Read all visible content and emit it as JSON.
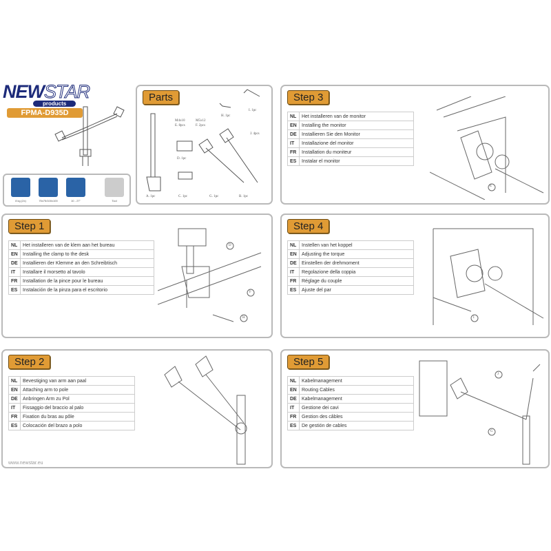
{
  "brand": {
    "name_a": "NEW",
    "name_b": "STAR",
    "sub": "products",
    "model": "FPMA-D935D"
  },
  "spec_icons": [
    {
      "name": "weight",
      "label": "8 kg (2x)"
    },
    {
      "name": "vesa",
      "label": "75x75/100x100"
    },
    {
      "name": "screen-size",
      "label": "10 - 27\""
    },
    {
      "name": "tool",
      "label": "Tool"
    }
  ],
  "parts": {
    "title": "Parts",
    "items": [
      "A. 1pc",
      "B. 1pc",
      "C. 1pc",
      "D. 1pc",
      "M4x10",
      "E. 8pcs",
      "M5x12",
      "F. 2pcs",
      "G. 1pc",
      "H. 1pc",
      "I. 1pc",
      "J. 4pcs"
    ]
  },
  "steps": [
    {
      "title": "Step 1",
      "rows": [
        [
          "NL",
          "Het installeren van de klem aan het bureau"
        ],
        [
          "EN",
          "Installing the clamp to the desk"
        ],
        [
          "DE",
          "Installieren der Klemme an den Schreibtisch"
        ],
        [
          "IT",
          "Installare il morsetto al tavolo"
        ],
        [
          "FR",
          "Installation de la pince pour le bureau"
        ],
        [
          "ES",
          "Instalación de la pinza para el escritorio"
        ]
      ],
      "callouts": [
        "D",
        "F",
        "H"
      ]
    },
    {
      "title": "Step 2",
      "rows": [
        [
          "NL",
          "Bevestiging van arm aan paal"
        ],
        [
          "EN",
          "Attaching arm to pole"
        ],
        [
          "DE",
          "Anbringen Arm zu Pol"
        ],
        [
          "IT",
          "Fissaggio del braccio al palo"
        ],
        [
          "FR",
          "Fixation du bras au pôle"
        ],
        [
          "ES",
          "Colocación del brazo a polo"
        ]
      ],
      "callouts": []
    },
    {
      "title": "Step 3",
      "rows": [
        [
          "NL",
          "Het installeren van de monitor"
        ],
        [
          "EN",
          "Installing the monitor"
        ],
        [
          "DE",
          "Installieren Sie den Monitor"
        ],
        [
          "IT",
          "Installazione del monitor"
        ],
        [
          "FR",
          "Installation du moniteur"
        ],
        [
          "ES",
          "Instalar el monitor"
        ]
      ],
      "callouts": [
        "E"
      ]
    },
    {
      "title": "Step 4",
      "rows": [
        [
          "NL",
          "Instellen van het koppel"
        ],
        [
          "EN",
          "Adjusting the torque"
        ],
        [
          "DE",
          "Einstellen der drehmoment"
        ],
        [
          "IT",
          "Regolazione della coppia"
        ],
        [
          "FR",
          "Réglage du couple"
        ],
        [
          "ES",
          "Ajuste del par"
        ]
      ],
      "callouts": [
        "I"
      ]
    },
    {
      "title": "Step 5",
      "rows": [
        [
          "NL",
          "Kabelmanagement"
        ],
        [
          "EN",
          "Routing Cables"
        ],
        [
          "DE",
          "Kabelmanagement"
        ],
        [
          "IT",
          "Gestione dei cavi"
        ],
        [
          "FR",
          "Gestion des câbles"
        ],
        [
          "ES",
          "De gestión de cables"
        ]
      ],
      "callouts": [
        "J",
        "G"
      ]
    }
  ],
  "footer": "www.newstar.eu"
}
